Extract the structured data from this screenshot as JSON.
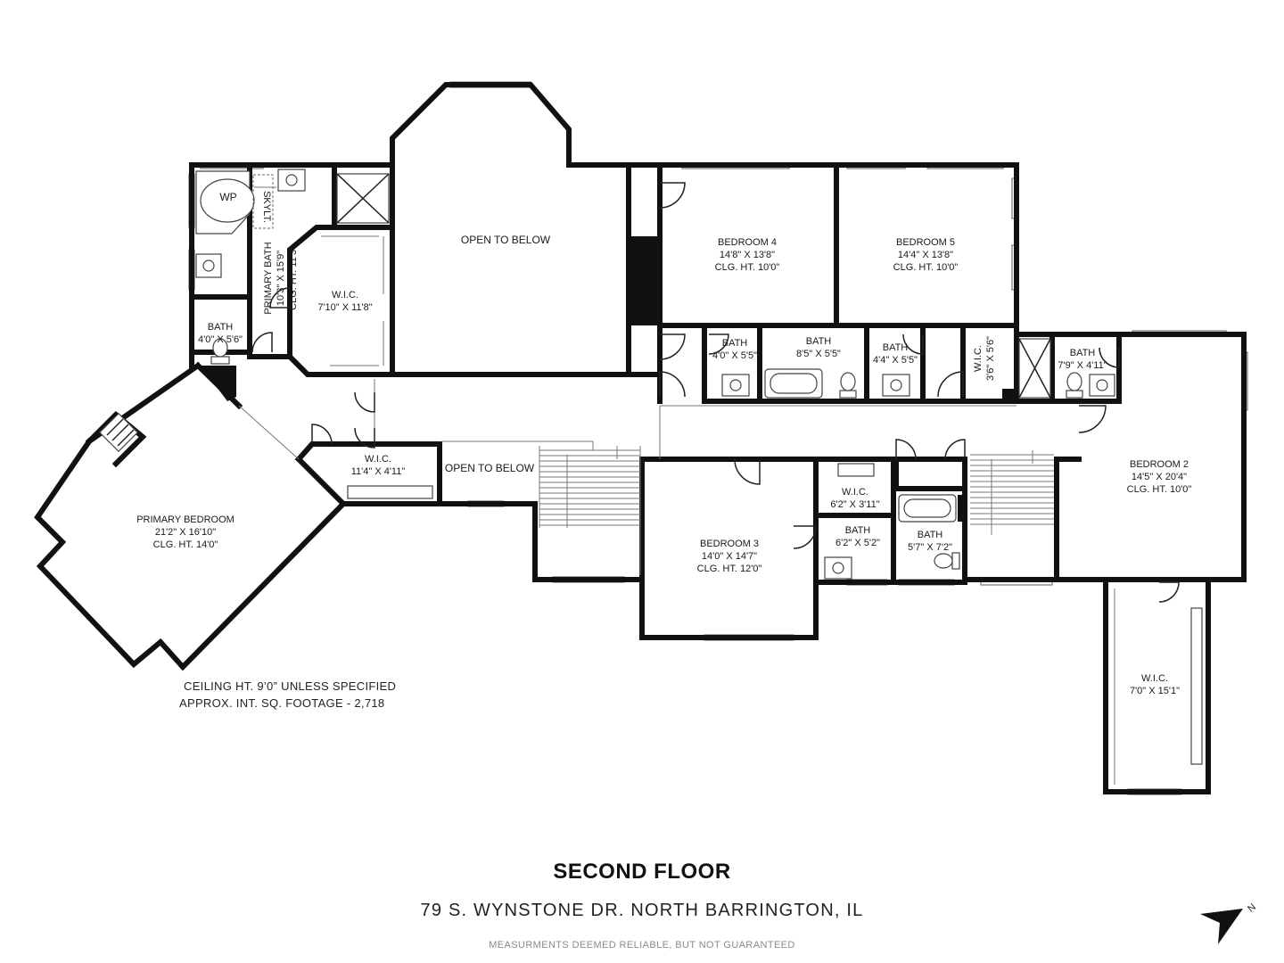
{
  "plan": {
    "title": "SECOND FLOOR",
    "address": "79 S. WYNSTONE DR. NORTH BARRINGTON, IL",
    "disclaimer": "MEASURMENTS DEEMED RELIABLE, BUT NOT GUARANTEED",
    "ceiling_note": "CEILING HT. 9’0” UNLESS SPECIFIED",
    "sqft_note": "APPROX. INT. SQ. FOOTAGE - 2,718",
    "compass_letter": "N",
    "fixture_labels": {
      "whirlpool": "WP",
      "skylight": "SKYLT."
    },
    "rooms": {
      "primary_bedroom": [
        "PRIMARY BEDROOM",
        "21'2\" X 16'10\"",
        "CLG. HT. 14'0\""
      ],
      "primary_bath": [
        "PRIMARY BATH",
        "10'3\" X 15'9\"",
        "CLG. HT. 11'3\""
      ],
      "bath_small": [
        "BATH",
        "4'0\" X 5'6\""
      ],
      "wic_primary": [
        "W.I.C.",
        "7'10\" X 11'8\""
      ],
      "wic_hall": [
        "W.I.C.",
        "11'4\" X 4'11\""
      ],
      "open_below_1": [
        "OPEN TO BELOW"
      ],
      "open_below_2": [
        "OPEN TO BELOW"
      ],
      "bedroom_4": [
        "BEDROOM 4",
        "14'8\" X 13'8\"",
        "CLG. HT. 10'0\""
      ],
      "bedroom_5": [
        "BEDROOM 5",
        "14'4\" X 13'8\"",
        "CLG. HT. 10'0\""
      ],
      "bath_a": [
        "BATH",
        "4'0\" X 5'5\""
      ],
      "bath_b": [
        "BATH",
        "8'5\" X 5'5\""
      ],
      "bath_c": [
        "BATH",
        "4'4\" X 5'5\""
      ],
      "wic_small": [
        "W.I.C.",
        "3'6\" X 5'6\""
      ],
      "bath_d": [
        "BATH",
        "7'9\" X 4'11\""
      ],
      "bedroom_2": [
        "BEDROOM 2",
        "14'5\" X 20'4\"",
        "CLG. HT. 10'0\""
      ],
      "bedroom_3": [
        "BEDROOM 3",
        "14'0\" X 14'7\"",
        "CLG. HT. 12'0\""
      ],
      "wic_b3": [
        "W.I.C.",
        "6'2\" X 3'11\""
      ],
      "bath_e": [
        "BATH",
        "6'2\" X 5'2\""
      ],
      "bath_f": [
        "BATH",
        "5'7\" X 7'2\""
      ],
      "wic_b2": [
        "W.I.C.",
        "7'0\" X 15'1\""
      ]
    }
  }
}
